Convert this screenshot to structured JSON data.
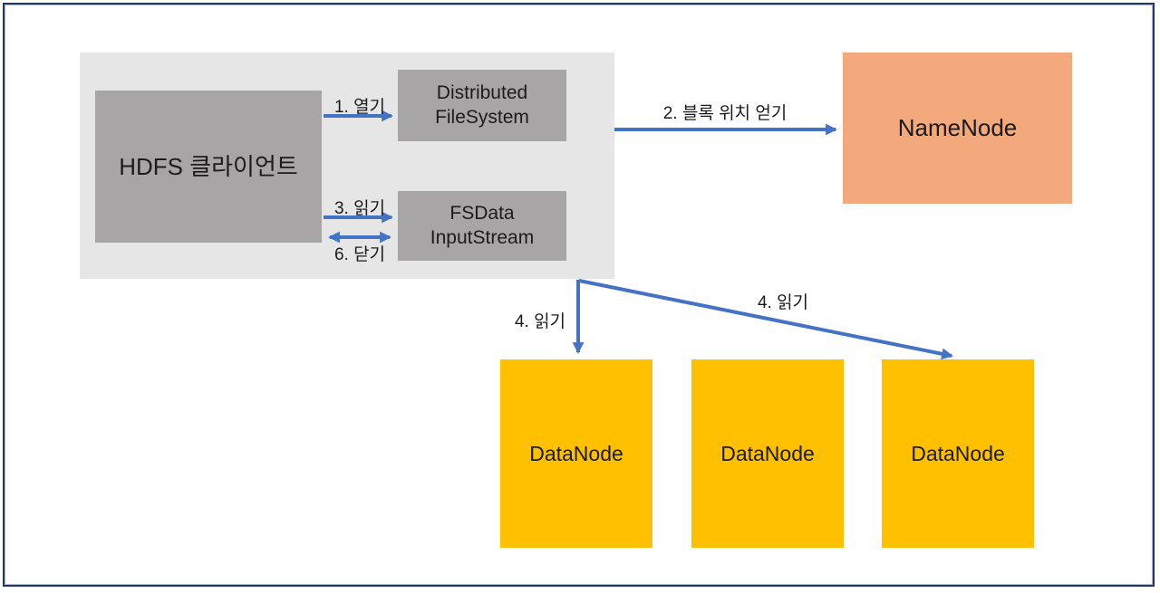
{
  "colors": {
    "border": "#1f3864",
    "border_light": "#a8bce0",
    "panel_bg": "#e7e6e6",
    "gray_box_bg": "#a8a5a6",
    "orange_box_bg": "#f3a97c",
    "gold_box_bg": "#ffc000",
    "arrow": "#4472c4",
    "text": "#1b1b1b"
  },
  "nodes": {
    "hdfs_client": {
      "label": "HDFS 클라이언트"
    },
    "distributed_filesystem": {
      "label": "Distributed FileSystem"
    },
    "fsdata_inputstream": {
      "label": "FSData InputStream"
    },
    "namenode": {
      "label": "NameNode"
    },
    "datanodes": [
      {
        "label": "DataNode"
      },
      {
        "label": "DataNode"
      },
      {
        "label": "DataNode"
      }
    ]
  },
  "edges": {
    "open": {
      "label": "1. 열기"
    },
    "get_block_locations": {
      "label": "2. 블록 위치 얻기"
    },
    "read": {
      "label": "3. 읽기"
    },
    "close": {
      "label": "6. 닫기"
    },
    "read_datanode_left": {
      "label": "4. 읽기"
    },
    "read_datanode_right": {
      "label": "4. 읽기"
    }
  }
}
